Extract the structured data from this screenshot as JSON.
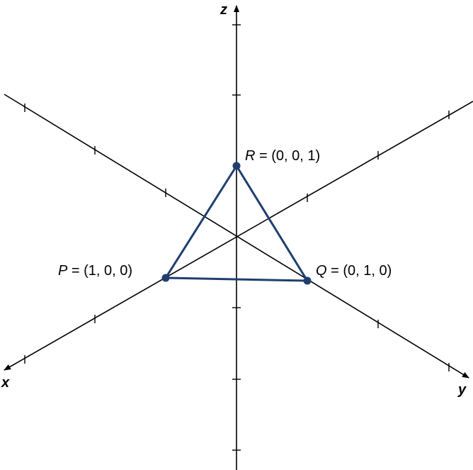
{
  "chart_data": {
    "type": "diagram-3d-axes",
    "title": "",
    "axes": [
      {
        "name": "x",
        "label": "x",
        "direction": "lower-left"
      },
      {
        "name": "y",
        "label": "y",
        "direction": "lower-right"
      },
      {
        "name": "z",
        "label": "z",
        "direction": "up"
      }
    ],
    "points": [
      {
        "name": "P",
        "coords": [
          1,
          0,
          0
        ],
        "label": "P = (1, 0, 0)"
      },
      {
        "name": "Q",
        "coords": [
          0,
          1,
          0
        ],
        "label": "Q = (0, 1, 0)"
      },
      {
        "name": "R",
        "coords": [
          0,
          0,
          1
        ],
        "label": "R = (0, 0, 1)"
      }
    ],
    "shape": {
      "type": "triangle",
      "vertices": [
        "P",
        "Q",
        "R"
      ],
      "color": "#1f3f6e"
    },
    "tick_count_per_half_axis": 3
  },
  "labels": {
    "axis_x": "x",
    "axis_y": "y",
    "axis_z": "z",
    "R_name": "R",
    "R_rest": " = (0, 0, 1)",
    "P_name": "P",
    "P_rest": " = (1, 0, 0)",
    "Q_name": "Q",
    "Q_rest": " = (0, 1, 0)"
  },
  "colors": {
    "axis": "#000000",
    "triangle": "#1f3f6e"
  }
}
